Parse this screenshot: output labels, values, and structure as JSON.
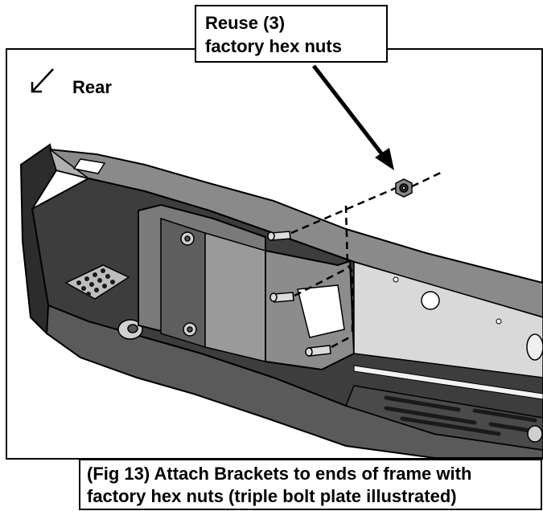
{
  "callout": {
    "line1": "Reuse (3)",
    "line2": "factory hex nuts"
  },
  "orientation": {
    "label": "Rear"
  },
  "caption": {
    "line1": "(Fig 13) Attach Brackets to ends of frame with",
    "line2": "factory hex nuts (triple bolt plate illustrated)"
  },
  "colors": {
    "line": "#000000",
    "part_dark": "#3a3a3a",
    "part_mid": "#6e6e6e",
    "part_light": "#a8a8a8",
    "part_pale": "#d8d8d8"
  }
}
